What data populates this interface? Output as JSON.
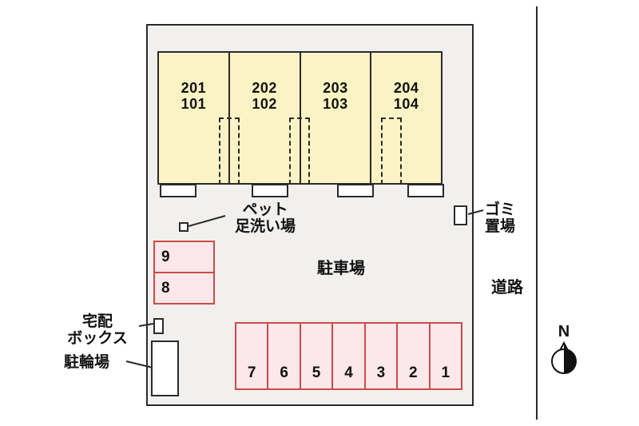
{
  "site_plan": {
    "building": {
      "units": [
        {
          "upper": "201",
          "lower": "101"
        },
        {
          "upper": "202",
          "lower": "102"
        },
        {
          "upper": "203",
          "lower": "103"
        },
        {
          "upper": "204",
          "lower": "104"
        }
      ]
    },
    "labels": {
      "pet_wash_line1": "ペット",
      "pet_wash_line2": "足洗い場",
      "parking_lot": "駐車場",
      "garbage_line1": "ゴミ",
      "garbage_line2": "置場",
      "road": "道路",
      "delivery_line1": "宅配",
      "delivery_line2": "ボックス",
      "bicycle": "駐輪場",
      "north": "N"
    },
    "parking_left": [
      "9",
      "8"
    ],
    "parking_bottom": [
      "7",
      "6",
      "5",
      "4",
      "3",
      "2",
      "1"
    ],
    "colors": {
      "site_fill": "#f1f0ee",
      "building_fill": "#fbf3c4",
      "parking_fill": "#fce7ea",
      "parking_border": "#cc4a4a"
    }
  }
}
